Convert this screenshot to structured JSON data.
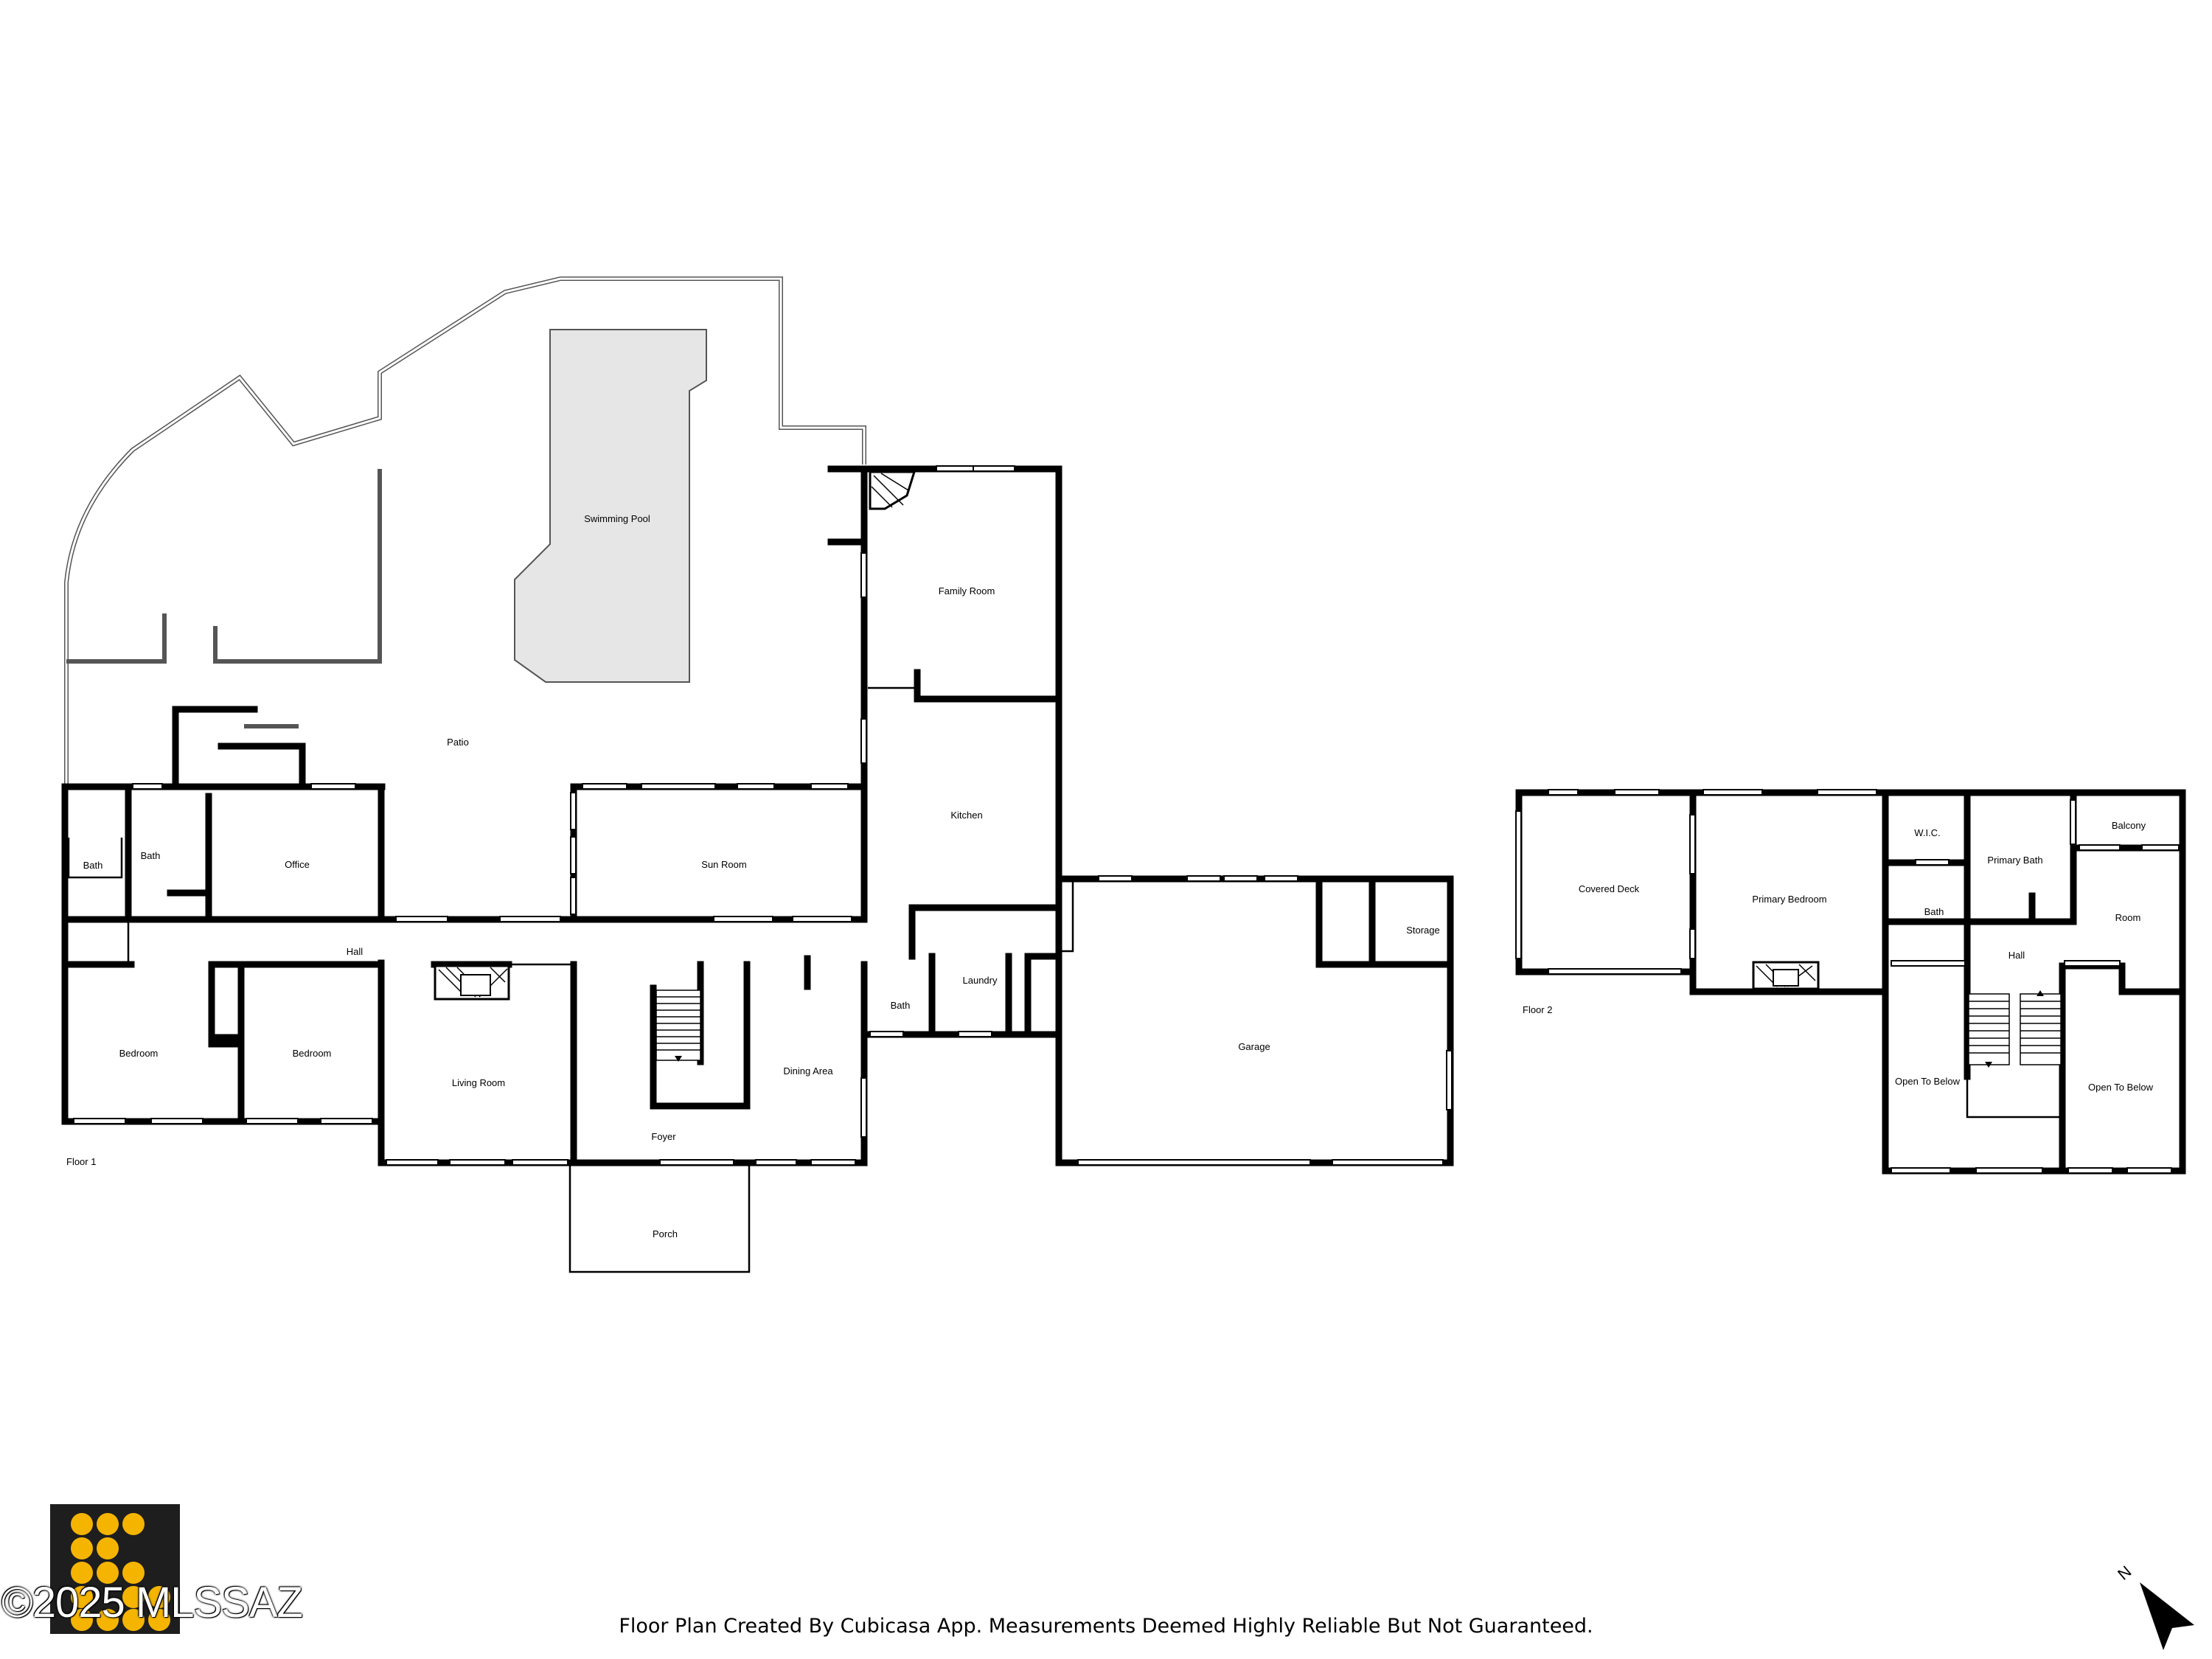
{
  "floors": {
    "floor1_label": "Floor 1",
    "floor2_label": "Floor 2"
  },
  "rooms_floor1": {
    "swimming_pool": "Swimming Pool",
    "family_room": "Family Room",
    "patio": "Patio",
    "bath_a": "Bath",
    "bath_b": "Bath",
    "office": "Office",
    "sun_room": "Sun Room",
    "kitchen": "Kitchen",
    "hall": "Hall",
    "bedroom_a": "Bedroom",
    "bedroom_b": "Bedroom",
    "living_room": "Living Room",
    "dining_area": "Dining Area",
    "laundry": "Laundry",
    "bath_c": "Bath",
    "foyer": "Foyer",
    "porch": "Porch",
    "garage": "Garage",
    "storage": "Storage"
  },
  "rooms_floor2": {
    "covered_deck": "Covered Deck",
    "primary_bedroom": "Primary Bedroom",
    "wic": "W.I.C.",
    "primary_bath": "Primary Bath",
    "balcony": "Balcony",
    "bath": "Bath",
    "room": "Room",
    "hall": "Hall",
    "open_to_below_a": "Open To Below",
    "open_to_below_b": "Open To Below"
  },
  "watermark": "©2025 MLSSAZ",
  "credit": "Floor Plan Created By Cubicasa App. Measurements Deemed Highly Reliable But Not Guaranteed.",
  "compass": {
    "letter": "N"
  },
  "colors": {
    "wall": "#000000",
    "pool": "#e6e6e6",
    "logo_bg": "#1e1e1e",
    "logo_dots": "#f5b400"
  }
}
